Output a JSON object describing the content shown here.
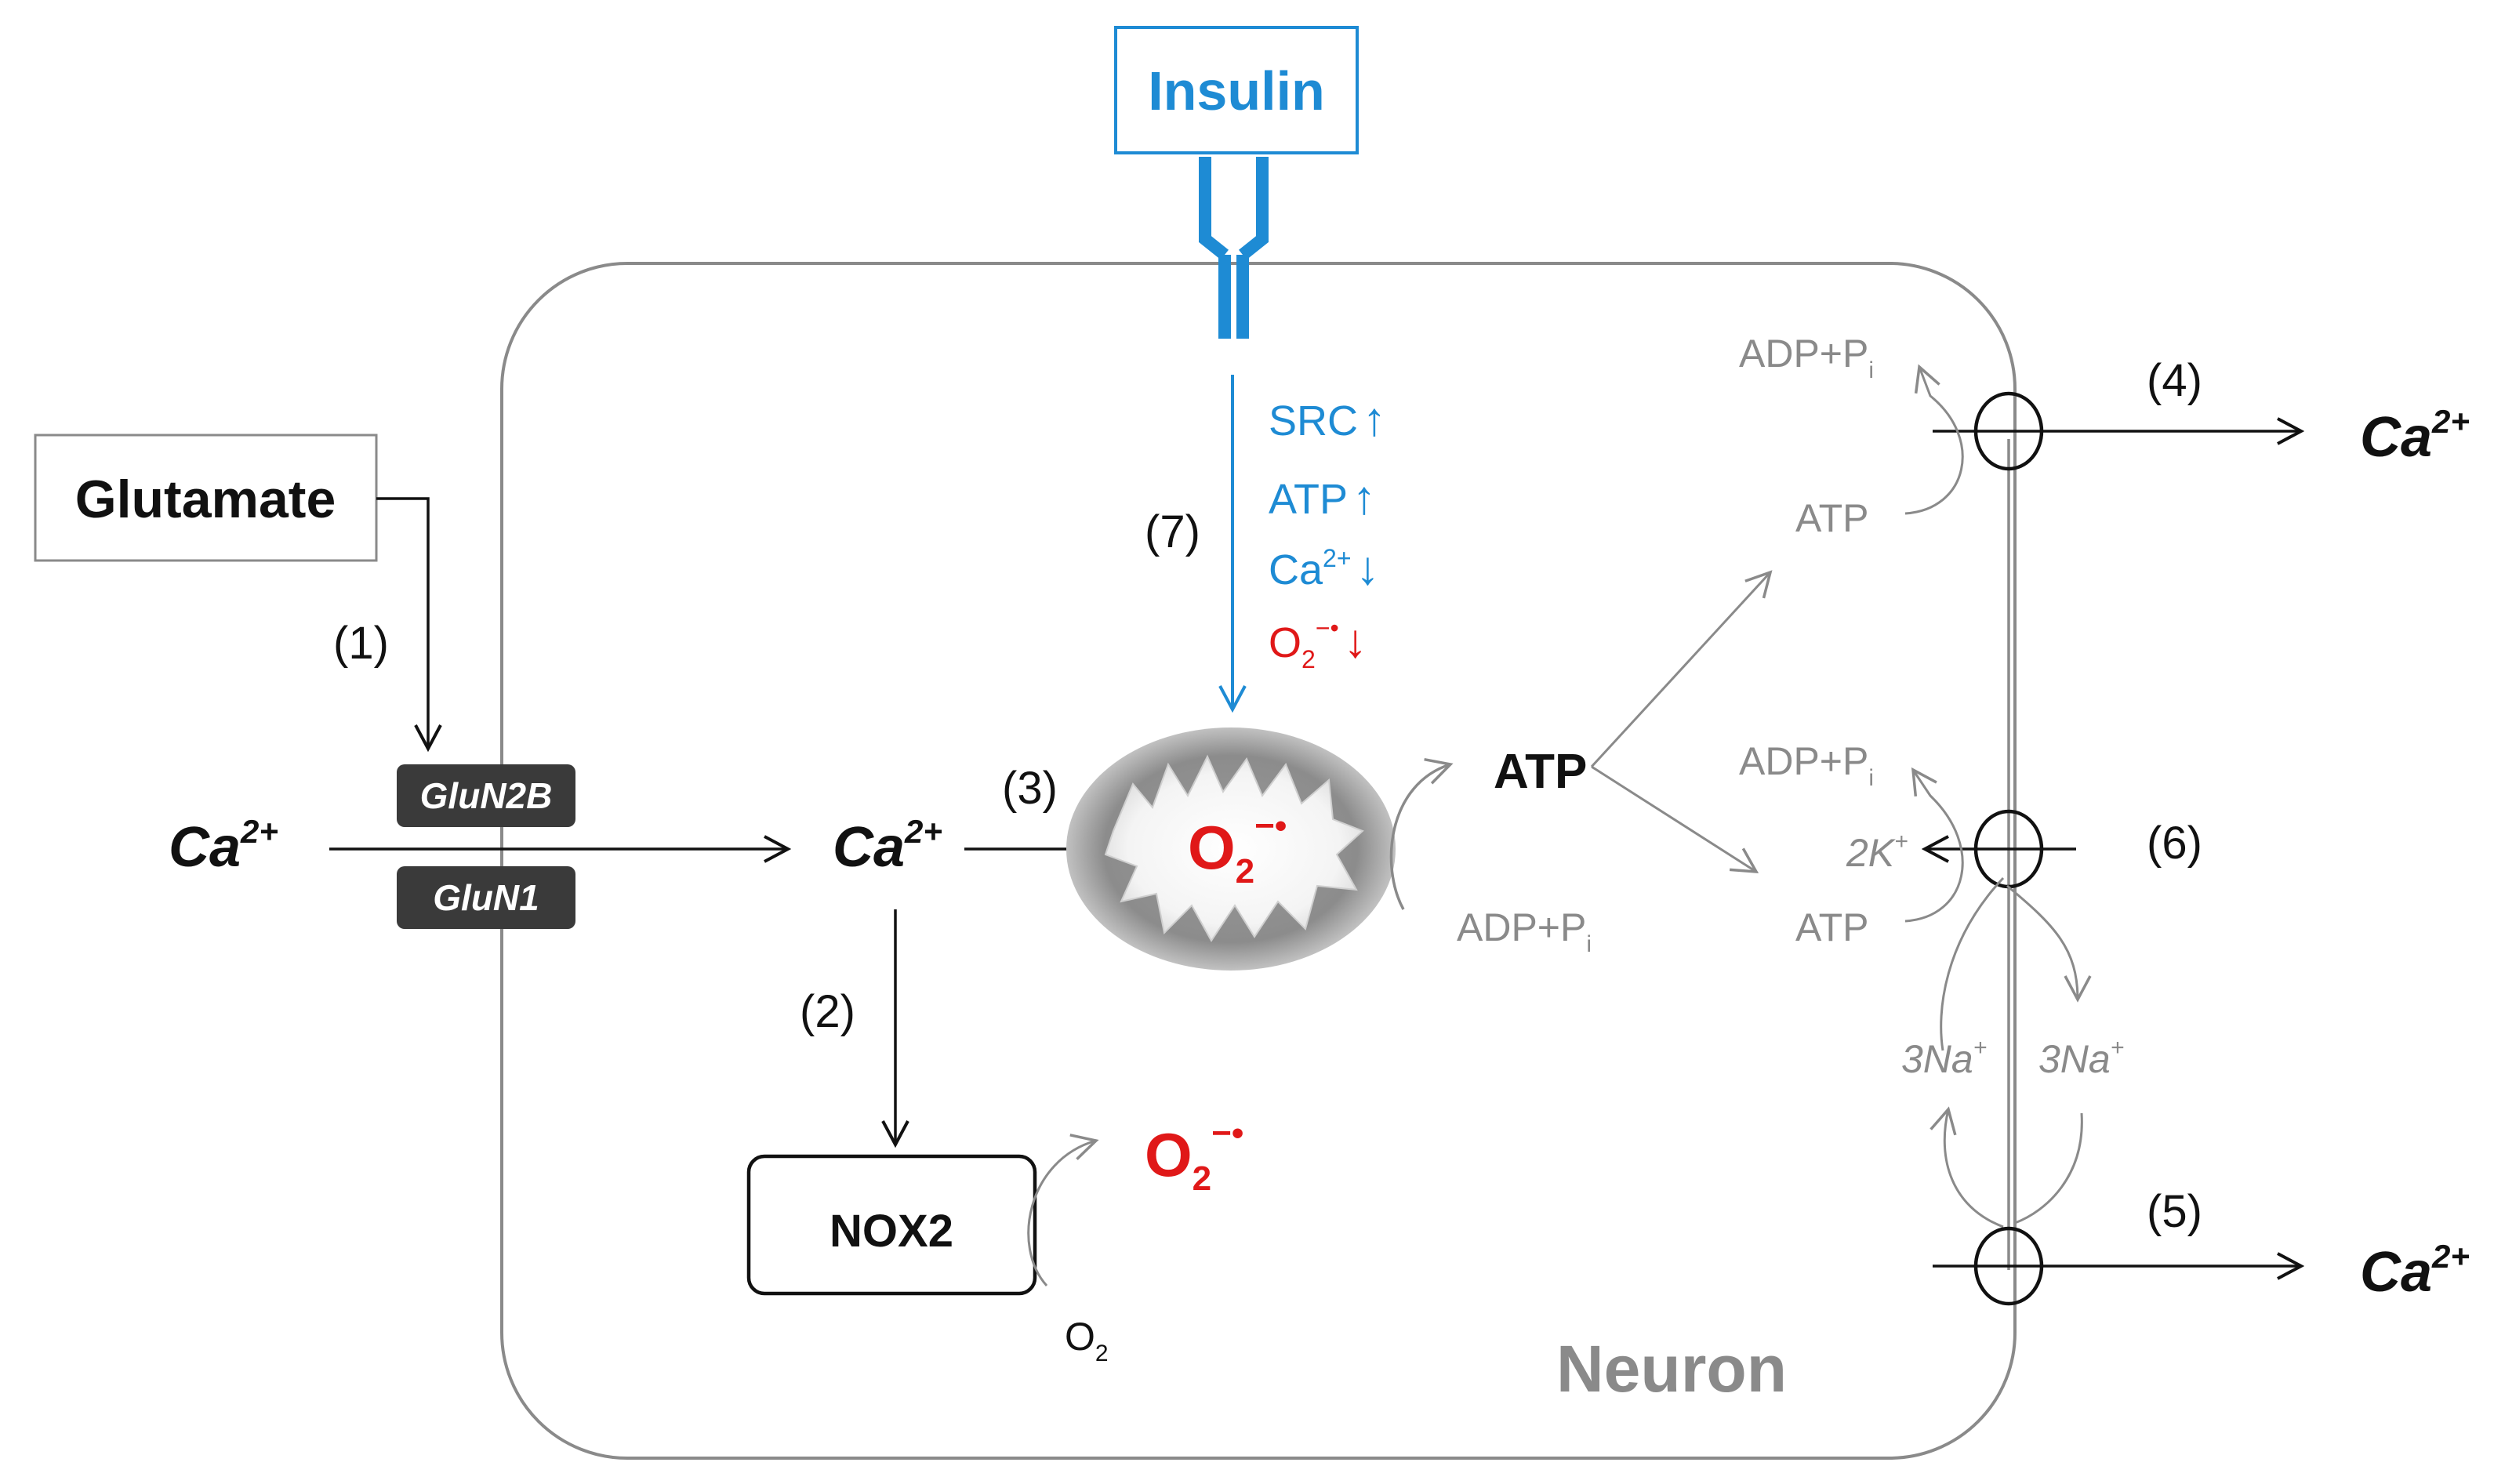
{
  "colors": {
    "insulin_blue": "#1e8bd4",
    "superoxide_red": "#e01818",
    "membrane_gray": "#8a8a8a",
    "nmda_subunit": "#3a3a3a"
  },
  "insulin": {
    "label": "Insulin"
  },
  "glutamate": {
    "label": "Glutamate"
  },
  "neuron": {
    "label": "Neuron"
  },
  "receptor": {
    "subunit_top": "GluN2B",
    "subunit_bottom": "GluN1"
  },
  "ions": {
    "calcium_base": "Ca",
    "calcium_charge": "2+"
  },
  "steps": {
    "s1": "(1)",
    "s2": "(2)",
    "s3": "(3)",
    "s4": "(4)",
    "s5": "(5)",
    "s6": "(6)",
    "s7": "(7)"
  },
  "insulin_effects": [
    {
      "base": "SRC",
      "sub": "",
      "sup": "",
      "arrow": "↑",
      "color": "blue"
    },
    {
      "base": "ATP",
      "sub": "",
      "sup": "",
      "arrow": "↑",
      "color": "blue"
    },
    {
      "base": "Ca",
      "sub": "",
      "sup": "2+",
      "arrow": "↓",
      "color": "blue"
    },
    {
      "base": "O",
      "sub": "2",
      "sup": "−•",
      "arrow": "↓",
      "color": "red"
    }
  ],
  "superoxide": {
    "base": "O",
    "sub": "2",
    "sup": "−•"
  },
  "nox2": {
    "label": "NOX2"
  },
  "oxygen": {
    "base": "O",
    "sub": "2"
  },
  "mito_products": {
    "atp": "ATP",
    "adp_base": "ADP+P",
    "adp_sub": "i"
  },
  "pumps": {
    "atp_label": "ATP",
    "adp_base": "ADP+P",
    "adp_sub": "i",
    "potassium": "2K",
    "potassium_charge": "+",
    "sodium_in": "3Na",
    "sodium_out": "3Na",
    "sodium_charge": "+"
  }
}
